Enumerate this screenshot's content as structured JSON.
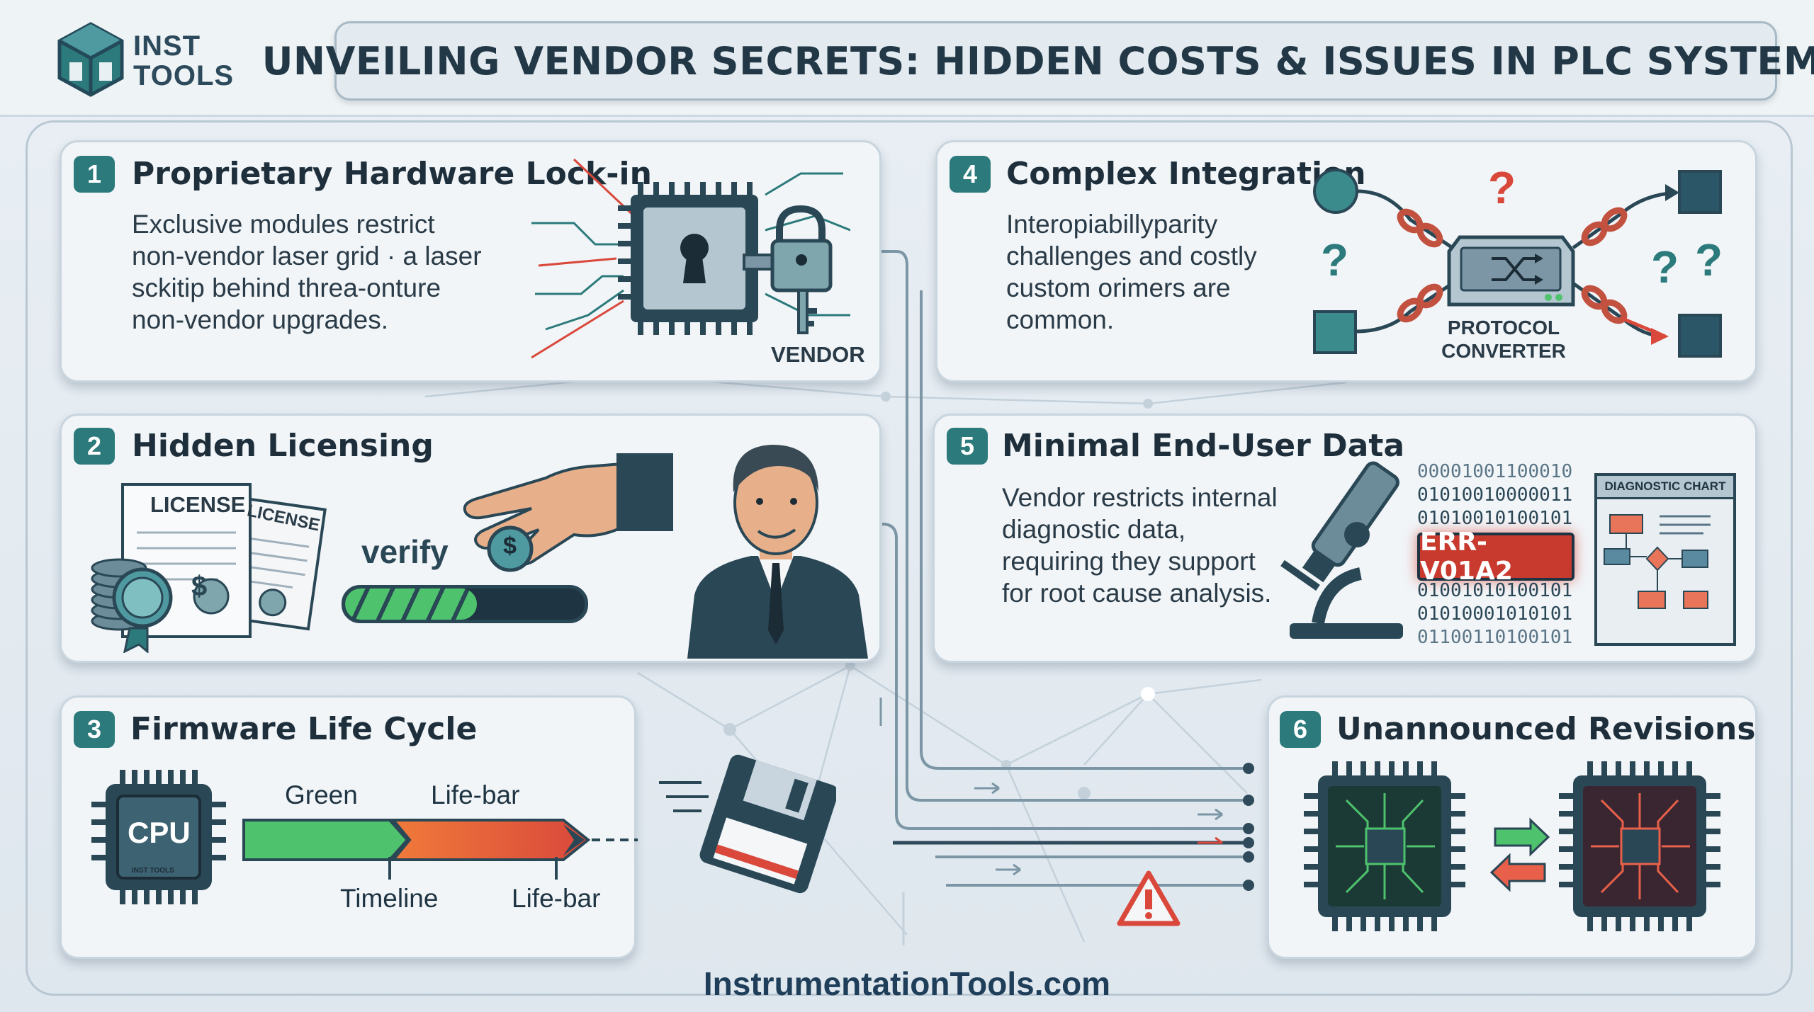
{
  "header": {
    "logo_line1": "INST",
    "logo_line2": "TOOLS",
    "title": "UNVEILING VENDOR SECRETS: HIDDEN COSTS & ISSUES IN PLC SYSTEMS"
  },
  "cards": [
    {
      "number": "1",
      "title": "Proprietary Hardware Lock-in",
      "desc": [
        "Exclusive modules restrict",
        "non-vendor laser grid · a laser",
        "sckitip behind threa-onture",
        "non-vendor upgrades."
      ],
      "tag": "VENDOR"
    },
    {
      "number": "2",
      "title": "Hidden Licensing",
      "license_main": "LICENSE",
      "license_back": "LICENSE",
      "verify": "verify",
      "progress": 0.55
    },
    {
      "number": "3",
      "title": "Firmware Life Cycle",
      "chip_label": "CPU",
      "chip_small": "INST TOOLS",
      "label_green": "Green",
      "label_lifebar_top": "Life-bar",
      "label_timeline": "Timeline",
      "label_lifebar_bottom": "Life-bar"
    },
    {
      "number": "4",
      "title": "Complex Integration",
      "desc": [
        "Interopiabillyparity",
        "challenges and costly",
        "custom orimers are",
        "common."
      ],
      "converter_line1": "PROTOCOL",
      "converter_line2": "CONVERTER",
      "q": "?"
    },
    {
      "number": "5",
      "title": "Minimal End-User Data",
      "desc": [
        "Vendor restricts internal",
        "diagnostic data,",
        "requiring they support",
        "for root cause analysis."
      ],
      "binary_top": [
        "00001001100010",
        "01010010000011",
        "01010010100101"
      ],
      "error_code": "ERR-V01A2",
      "binary_bottom": [
        "01001010100101",
        "01010001010101",
        "01100110100101"
      ],
      "chart_title": "DIAGNOSTIC CHART"
    },
    {
      "number": "6",
      "title": "Unannounced Revisions"
    }
  ],
  "footer": {
    "site": "InstrumentationTools.com"
  },
  "colors": {
    "teal": "#2c7a7b",
    "dark": "#2a4756",
    "red": "#d9483b",
    "green": "#4fc26e",
    "card_bg": "#f1f5f8"
  }
}
